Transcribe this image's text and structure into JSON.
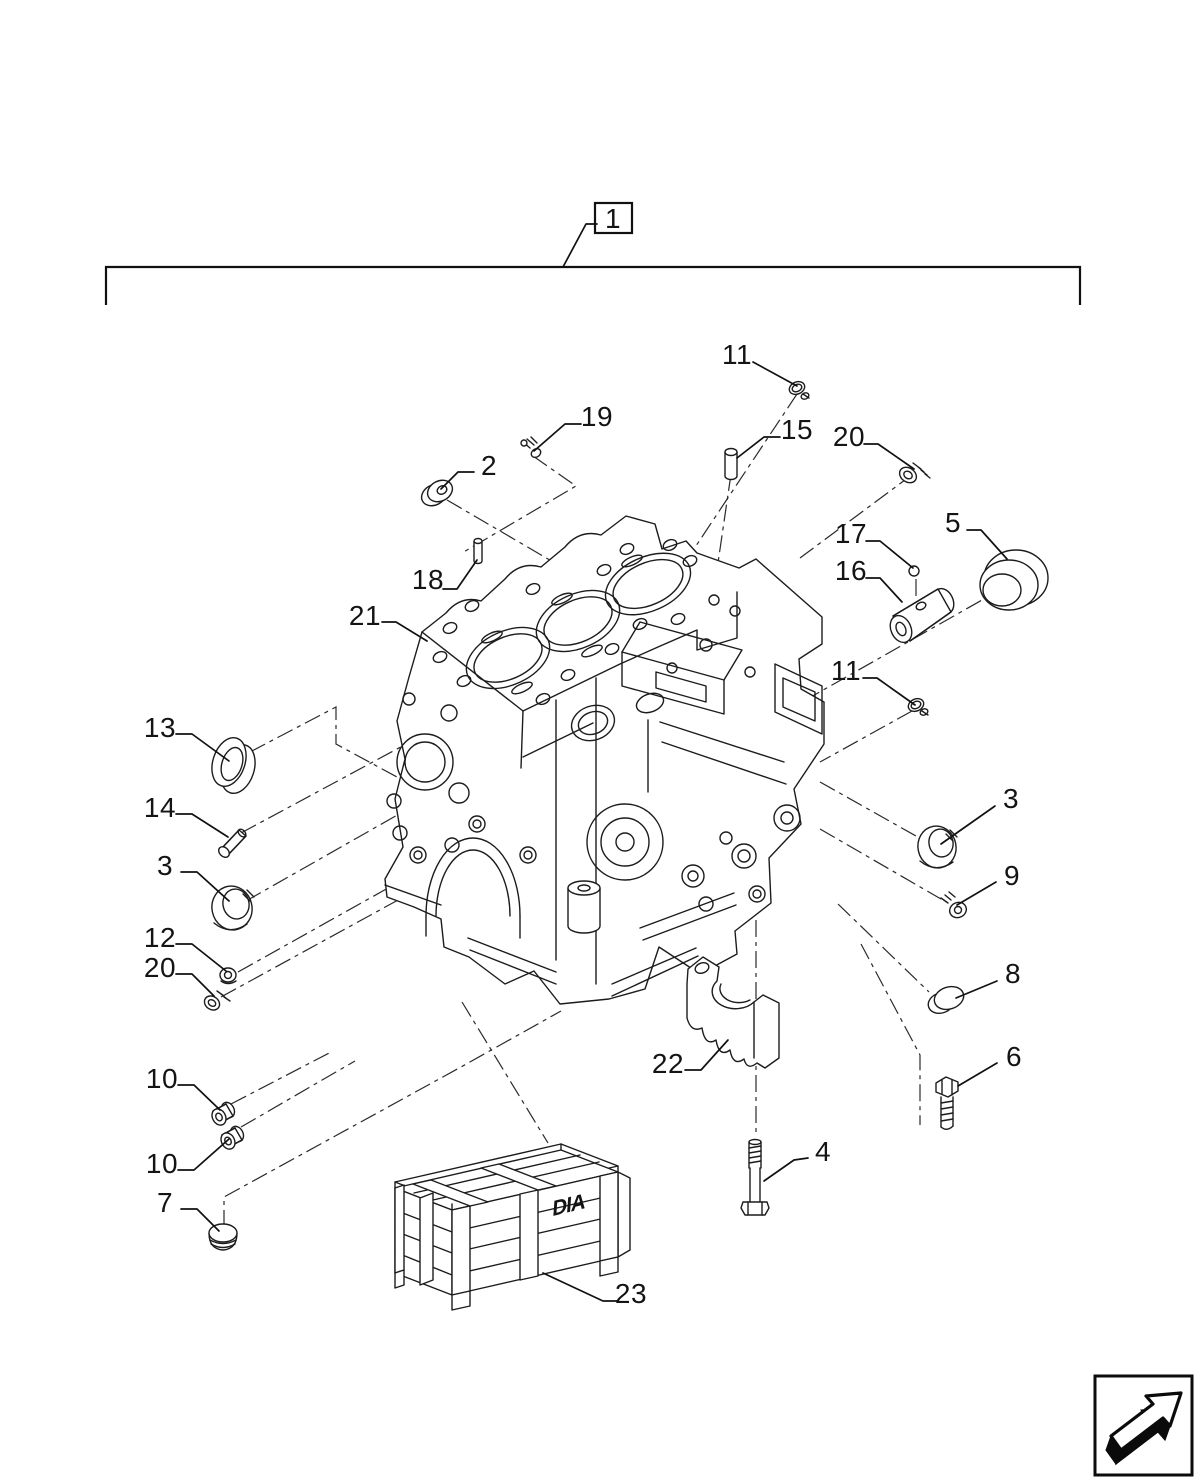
{
  "figure": {
    "type": "exploded-parts-diagram",
    "subject": "engine-cylinder-block-assembly"
  },
  "colors": {
    "background": "#ffffff",
    "line": "#1c1c1c",
    "text": "#141414",
    "logo_fill": "#0b0b0b"
  },
  "icons": {
    "brand_mark": "arrow-3d-icon"
  },
  "assembly_box": {
    "label": "1"
  },
  "crate": {
    "logo_text": "DIA"
  },
  "callouts": [
    {
      "label": "1"
    },
    {
      "label": "11"
    },
    {
      "label": "19"
    },
    {
      "label": "2"
    },
    {
      "label": "15"
    },
    {
      "label": "20"
    },
    {
      "label": "5"
    },
    {
      "label": "17"
    },
    {
      "label": "16"
    },
    {
      "label": "18"
    },
    {
      "label": "21"
    },
    {
      "label": "11"
    },
    {
      "label": "13"
    },
    {
      "label": "14"
    },
    {
      "label": "3"
    },
    {
      "label": "3"
    },
    {
      "label": "9"
    },
    {
      "label": "12"
    },
    {
      "label": "20"
    },
    {
      "label": "8"
    },
    {
      "label": "6"
    },
    {
      "label": "10"
    },
    {
      "label": "22"
    },
    {
      "label": "10"
    },
    {
      "label": "4"
    },
    {
      "label": "7"
    },
    {
      "label": "23"
    }
  ]
}
